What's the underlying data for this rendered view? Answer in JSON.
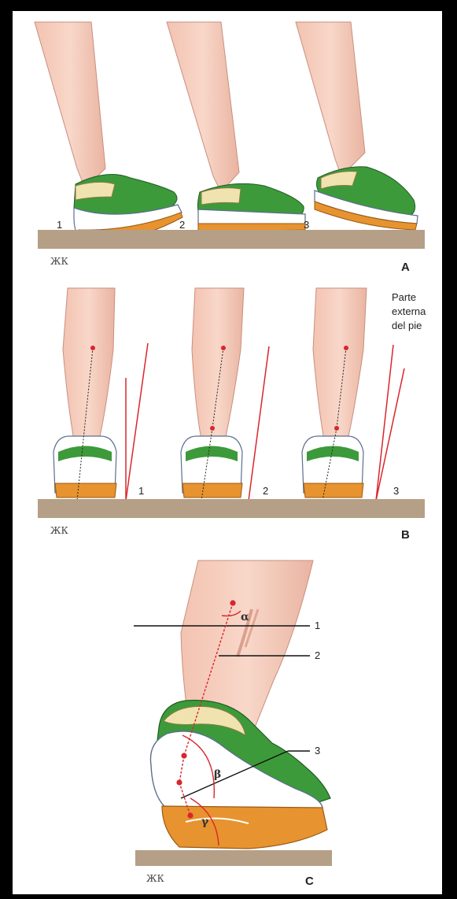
{
  "panel_a": {
    "letter": "A",
    "signature": "ЖК",
    "step_labels": [
      "1",
      "2",
      "3"
    ]
  },
  "panel_b": {
    "letter": "B",
    "signature": "ЖК",
    "step_labels": [
      "1",
      "2",
      "3"
    ],
    "annotation_lines": [
      "Parte",
      "externa",
      "del pie"
    ]
  },
  "panel_c": {
    "letter": "C",
    "signature": "ЖК",
    "line_labels": [
      "1",
      "2",
      "3"
    ],
    "angles": [
      "α",
      "β",
      "γ"
    ]
  },
  "colors": {
    "skin": "#f4c9b8",
    "skin_shadow": "#e5a594",
    "shoe_green": "#3d9a3a",
    "sole_orange": "#e7932f",
    "ground": "#b59f86",
    "red_line": "#d9262c"
  }
}
